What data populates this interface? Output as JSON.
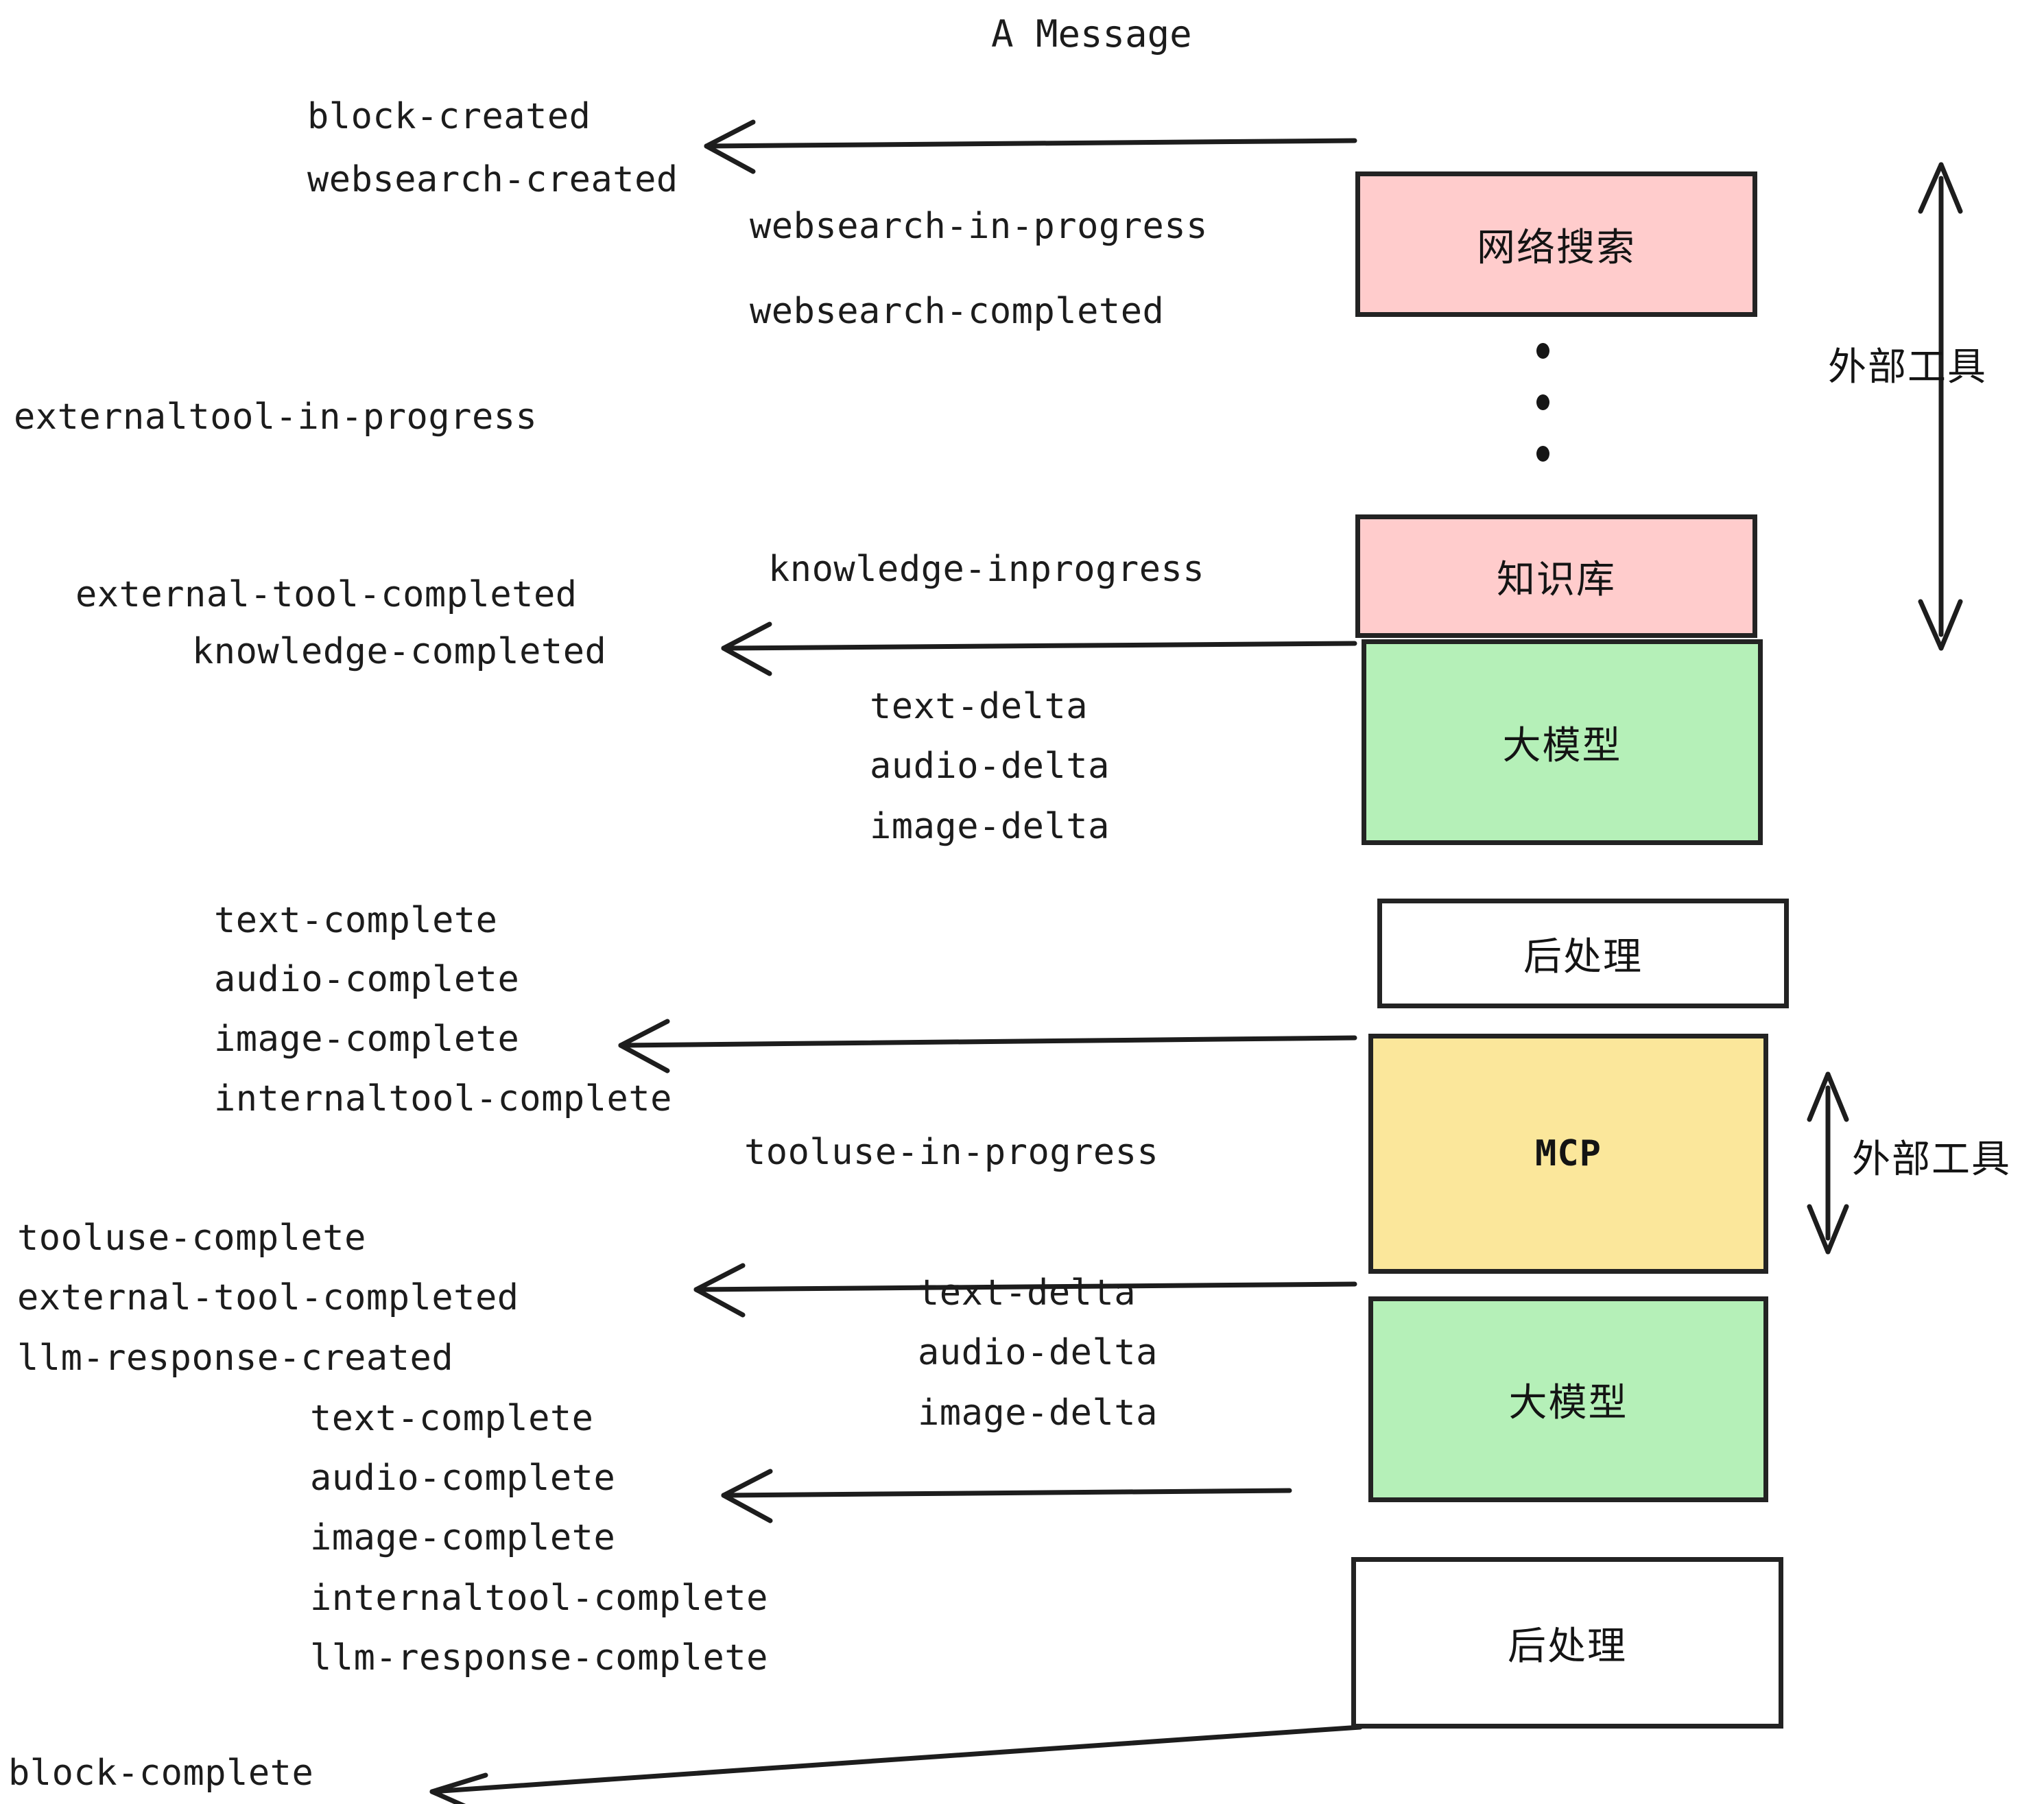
{
  "diagram": {
    "title": "A Message",
    "colors": {
      "pink": "#FFCCCC",
      "green": "#B5F0B8",
      "yellow": "#FBE79B",
      "white": "#FFFFFF",
      "stroke": "#232323",
      "text": "#1C1C1C",
      "background": "#FFFFFF"
    },
    "nodes": [
      {
        "id": "websearch",
        "label": "网络搜索",
        "fill": "#FFCCCC"
      },
      {
        "id": "knowledge",
        "label": "知识库",
        "fill": "#FFCCCC"
      },
      {
        "id": "llm-1",
        "label": "大模型",
        "fill": "#B5F0B8"
      },
      {
        "id": "postproc-1",
        "label": "后处理",
        "fill": "#FFFFFF"
      },
      {
        "id": "mcp",
        "label": "MCP",
        "fill": "#FBE79B"
      },
      {
        "id": "llm-2",
        "label": "大模型",
        "fill": "#B5F0B8"
      },
      {
        "id": "postproc-2",
        "label": "后处理",
        "fill": "#FFFFFF"
      }
    ],
    "group_labels": [
      {
        "id": "external-tools-top",
        "label": "外部工具"
      },
      {
        "id": "external-tools-bottom",
        "label": "外部工具"
      }
    ],
    "events": [
      {
        "id": "ev-block-created",
        "text": "block-created"
      },
      {
        "id": "ev-websearch-created",
        "text": "websearch-created"
      },
      {
        "id": "ev-websearch-in-progress",
        "text": "websearch-in-progress"
      },
      {
        "id": "ev-websearch-completed",
        "text": "websearch-completed"
      },
      {
        "id": "ev-externaltool-in-progress",
        "text": "externaltool-in-progress"
      },
      {
        "id": "ev-knowledge-inprogress",
        "text": "knowledge-inprogress"
      },
      {
        "id": "ev-external-tool-completed-1",
        "text": "external-tool-completed"
      },
      {
        "id": "ev-knowledge-completed",
        "text": "knowledge-completed"
      },
      {
        "id": "ev-text-delta-1",
        "text": "text-delta"
      },
      {
        "id": "ev-audio-delta-1",
        "text": "audio-delta"
      },
      {
        "id": "ev-image-delta-1",
        "text": "image-delta"
      },
      {
        "id": "ev-text-complete-1",
        "text": "text-complete"
      },
      {
        "id": "ev-audio-complete-1",
        "text": "audio-complete"
      },
      {
        "id": "ev-image-complete-1",
        "text": "image-complete"
      },
      {
        "id": "ev-internaltool-complete-1",
        "text": "internaltool-complete"
      },
      {
        "id": "ev-tooluse-in-progress",
        "text": "tooluse-in-progress"
      },
      {
        "id": "ev-tooluse-complete",
        "text": "tooluse-complete"
      },
      {
        "id": "ev-external-tool-completed-2",
        "text": "external-tool-completed"
      },
      {
        "id": "ev-llm-response-created",
        "text": "llm-response-created"
      },
      {
        "id": "ev-text-delta-2",
        "text": "text-delta"
      },
      {
        "id": "ev-audio-delta-2",
        "text": "audio-delta"
      },
      {
        "id": "ev-image-delta-2",
        "text": "image-delta"
      },
      {
        "id": "ev-text-complete-2",
        "text": "text-complete"
      },
      {
        "id": "ev-audio-complete-2",
        "text": "audio-complete"
      },
      {
        "id": "ev-image-complete-2",
        "text": "image-complete"
      },
      {
        "id": "ev-internaltool-complete-2",
        "text": "internaltool-complete"
      },
      {
        "id": "ev-llm-response-complete",
        "text": "llm-response-complete"
      },
      {
        "id": "ev-block-complete",
        "text": "block-complete"
      }
    ]
  }
}
